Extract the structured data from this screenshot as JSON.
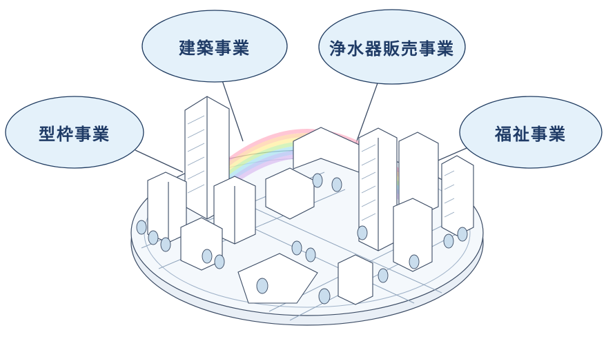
{
  "bubbles": [
    {
      "label": "型枠事業"
    },
    {
      "label": "建築事業"
    },
    {
      "label": "浄水器販売事業"
    },
    {
      "label": "福祉事業"
    }
  ],
  "colors": {
    "bubble_fill": "#e4f1fa",
    "bubble_stroke": "#1e3a5f",
    "line": "#3a4a63",
    "platform": "#f1f6fb",
    "tree": "#c7dced"
  }
}
